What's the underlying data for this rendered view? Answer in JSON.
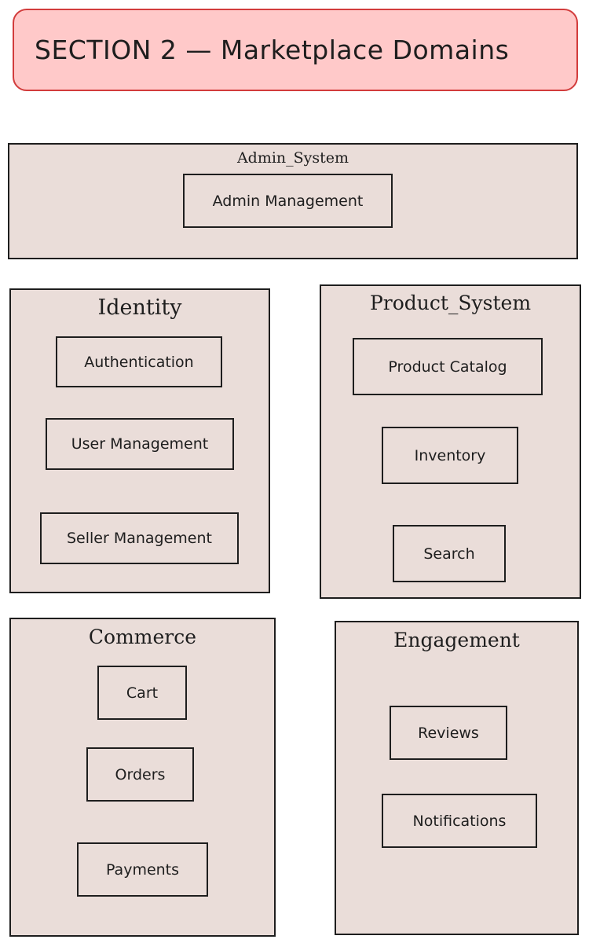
{
  "title": "SECTION 2 — Marketplace Domains",
  "colors": {
    "banner_fill": "#ffc9c9",
    "banner_stroke": "#d23c3c",
    "group_fill": "#eaddd9",
    "stroke": "#1e1e1e"
  },
  "groups": {
    "admin": {
      "label": "Admin_System",
      "nodes": [
        "Admin Management"
      ]
    },
    "identity": {
      "label": "Identity",
      "nodes": [
        "Authentication",
        "User Management",
        "Seller Management"
      ]
    },
    "product": {
      "label": "Product_System",
      "nodes": [
        "Product Catalog",
        "Inventory",
        "Search"
      ]
    },
    "commerce": {
      "label": "Commerce",
      "nodes": [
        "Cart",
        "Orders",
        "Payments"
      ]
    },
    "engagement": {
      "label": "Engagement",
      "nodes": [
        "Reviews",
        "Notifications"
      ]
    }
  }
}
